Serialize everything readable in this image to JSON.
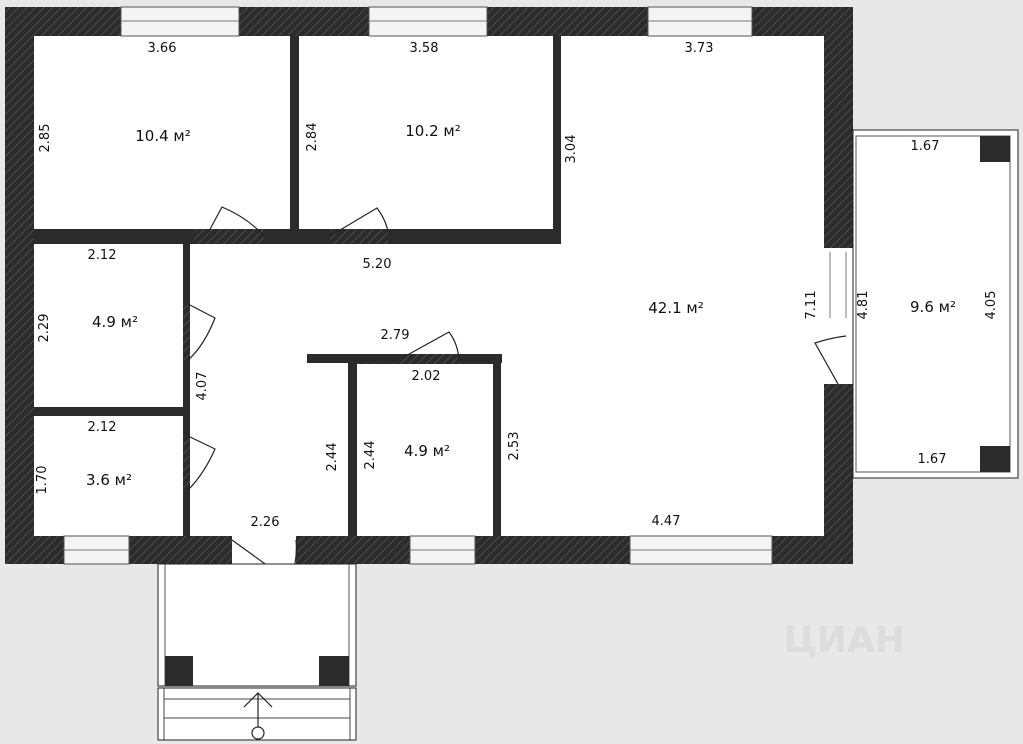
{
  "colors": {
    "background": "#e8e8e8",
    "wall": "#2b2b2b",
    "hatch": "#3a3a3a",
    "floor": "#ffffff",
    "line": "#222222",
    "window": "#f4f4f4"
  },
  "rooms": {
    "bedroom_left": {
      "area": "10.4 м²",
      "width": "3.66",
      "height": "2.85"
    },
    "bedroom_mid": {
      "area": "10.2 м²",
      "width": "3.58",
      "height": "2.84"
    },
    "living": {
      "area": "42.1 м²",
      "width_top": "3.73",
      "depth": "3.04",
      "height": "7.11",
      "width_bottom": "4.47",
      "partition": "5.20"
    },
    "room_small_a": {
      "area": "4.9 м²",
      "width": "2.12",
      "height": "2.29"
    },
    "room_small_b": {
      "area": "3.6 м²",
      "width": "2.12",
      "height": "1.70"
    },
    "bath": {
      "area": "4.9 м²",
      "width": "2.02",
      "height": "2.44",
      "height_right": "2.53",
      "top_wall": "2.79"
    },
    "hall": {
      "height": "4.07",
      "height_lower": "2.44",
      "width": "2.26"
    },
    "terrace": {
      "area": "9.6 м²",
      "width_top": "1.67",
      "width_bottom": "1.67",
      "height": "4.81",
      "height_outer": "4.05"
    }
  },
  "watermark": "ЦИАН"
}
